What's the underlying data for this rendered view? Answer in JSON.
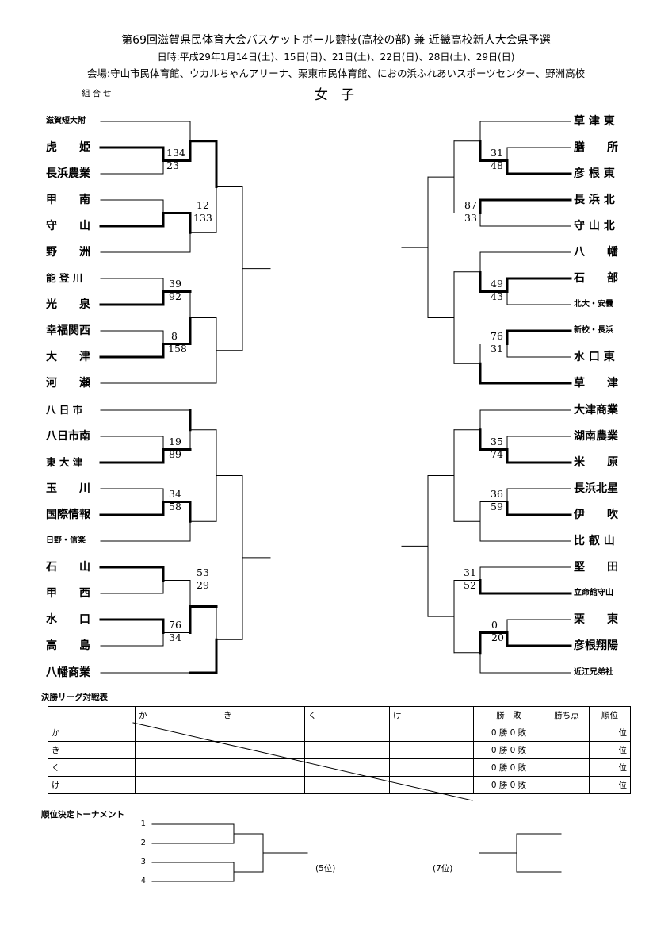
{
  "header": {
    "title": "第69回滋賀県民体育大会バスケットボール競技(高校の部)  兼  近畿高校新人大会県予選",
    "dates": "日時:平成29年1月14日(土)、15日(日)、21日(土)、22日(日)、28日(土)、29日(日)",
    "venue": "会場:守山市民体育館、ウカルちゃんアリーナ、栗東市民体育館、におの浜ふれあいスポーツセンター、野洲高校",
    "kumiawase": "組合せ",
    "category": "女子"
  },
  "left_teams": [
    "滋賀短大附",
    "虎　　姫",
    "長浜農業",
    "甲　　南",
    "守　　山",
    "野　　洲",
    "能 登 川",
    "光　　泉",
    "幸福関西",
    "大　　津",
    "河　　瀬",
    "八 日 市",
    "八日市南",
    "東 大 津",
    "玉　　川",
    "国際情報",
    "日野・信楽",
    "石　　山",
    "甲　　西",
    "水　　口",
    "高　　島",
    "八幡商業"
  ],
  "right_teams": [
    "草 津 東",
    "膳　　所",
    "彦 根 東",
    "長 浜 北",
    "守 山 北",
    "八　　幡",
    "石　　部",
    "北大・安曇",
    "新校・長浜",
    "水 口 東",
    "草　　津",
    "大津商業",
    "湖南農業",
    "米　　原",
    "長浜北星",
    "伊　　吹",
    "比 叡 山",
    "堅　　田",
    "立命館守山",
    "栗　　東",
    "彦根翔陽",
    "近江兄弟社"
  ],
  "left_scores": [
    {
      "top": "134",
      "bottom": "23"
    },
    {
      "top": "12",
      "bottom": "133"
    },
    {
      "top": "39",
      "bottom": "92"
    },
    {
      "top": "8",
      "bottom": "158"
    },
    {
      "top": "19",
      "bottom": "89"
    },
    {
      "top": "34",
      "bottom": "58"
    },
    {
      "top": "53",
      "bottom": "29"
    },
    {
      "top": "76",
      "bottom": "34"
    }
  ],
  "right_scores": [
    {
      "top": "31",
      "bottom": "48"
    },
    {
      "top": "87",
      "bottom": "33"
    },
    {
      "top": "49",
      "bottom": "43"
    },
    {
      "top": "76",
      "bottom": "31"
    },
    {
      "top": "35",
      "bottom": "74"
    },
    {
      "top": "36",
      "bottom": "59"
    },
    {
      "top": "31",
      "bottom": "52"
    },
    {
      "top": "0",
      "bottom": "20"
    }
  ],
  "league": {
    "title": "決勝リーグ対戦表",
    "columns": [
      "か",
      "き",
      "く",
      "け",
      "勝　敗",
      "勝ち点",
      "順位"
    ],
    "rows": [
      {
        "team": "か",
        "record": "0 勝 0 敗",
        "rank": "位"
      },
      {
        "team": "き",
        "record": "0 勝 0 敗",
        "rank": "位"
      },
      {
        "team": "く",
        "record": "0 勝 0 敗",
        "rank": "位"
      },
      {
        "team": "け",
        "record": "0 勝 0 敗",
        "rank": "位"
      }
    ]
  },
  "placing": {
    "title": "順位決定トーナメント",
    "seeds": [
      "1",
      "2",
      "3",
      "4"
    ],
    "fifth": "(5位)",
    "seventh": "(7位)"
  }
}
